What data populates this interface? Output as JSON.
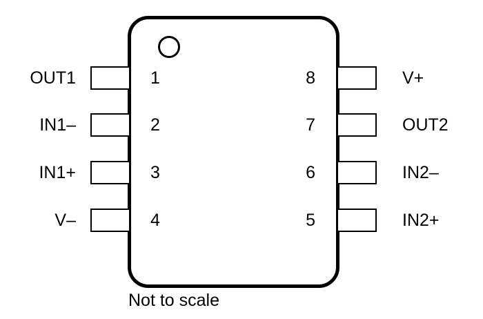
{
  "diagram": {
    "type": "ic-package-pinout",
    "package_pins_total": 8,
    "caption": "Not to scale",
    "colors": {
      "stroke": "#000000",
      "text": "#000000",
      "background": "#ffffff"
    },
    "pins": {
      "left": [
        {
          "number": "1",
          "label": "OUT1"
        },
        {
          "number": "2",
          "label": "IN1–"
        },
        {
          "number": "3",
          "label": "IN1+"
        },
        {
          "number": "4",
          "label": "V–"
        }
      ],
      "right": [
        {
          "number": "8",
          "label": "V+"
        },
        {
          "number": "7",
          "label": "OUT2"
        },
        {
          "number": "6",
          "label": "IN2–"
        },
        {
          "number": "5",
          "label": "IN2+"
        }
      ]
    }
  }
}
